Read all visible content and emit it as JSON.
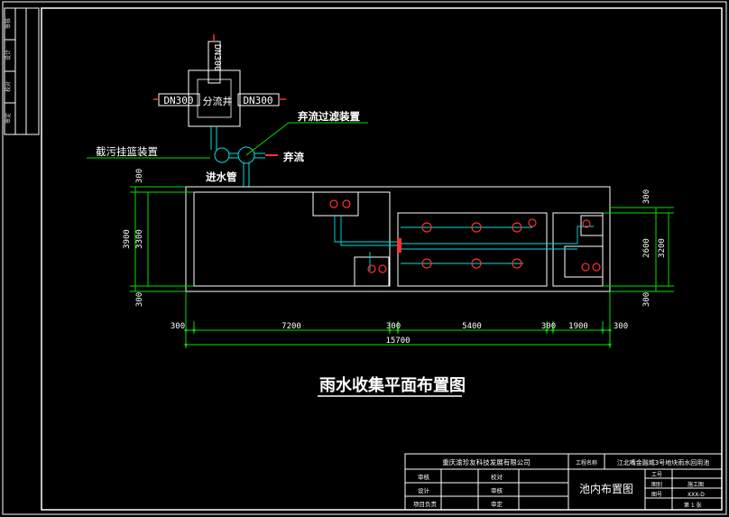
{
  "drawing_title": "雨水收集平面布置图",
  "well": {
    "top_pipe": "DN300",
    "left_pipe": "DN300",
    "right_pipe": "DN300",
    "name": "分流井"
  },
  "callouts": {
    "filter": "弃流过滤装置",
    "basket": "截污挂篮装置",
    "discard": "弃流",
    "inlet": "进水管"
  },
  "dims_left": [
    "300",
    "3300",
    "3900",
    "300"
  ],
  "dims_right": [
    "300",
    "2600",
    "3200",
    "300"
  ],
  "dims_bottom": [
    "300",
    "7200",
    "300",
    "5400",
    "300",
    "1900",
    "300"
  ],
  "dims_total": "15700",
  "title_block": {
    "company": "重庆渝珍友科技发展有限公司",
    "project_label": "工程名称",
    "project": "江北嘴金融城3号地块雨水回用池",
    "sheet_name": "池内布置图",
    "labels_left": [
      "审核",
      "设计",
      "项目负责"
    ],
    "labels_mid": [
      "校对",
      "审核",
      "审定"
    ],
    "labels_right": [
      "工号",
      "图别",
      "图号"
    ],
    "values_right": [
      "",
      "施工图",
      "XXX-D"
    ],
    "sheet_no": "第 1 张"
  },
  "side_strip": [
    "审核",
    "设计",
    "校对",
    "审定"
  ],
  "colors": {
    "background": "#000000",
    "frame": "#ffffff",
    "pipe": "#00e0e0",
    "dimension": "#00ff00",
    "equipment": "#ff2a2a"
  }
}
